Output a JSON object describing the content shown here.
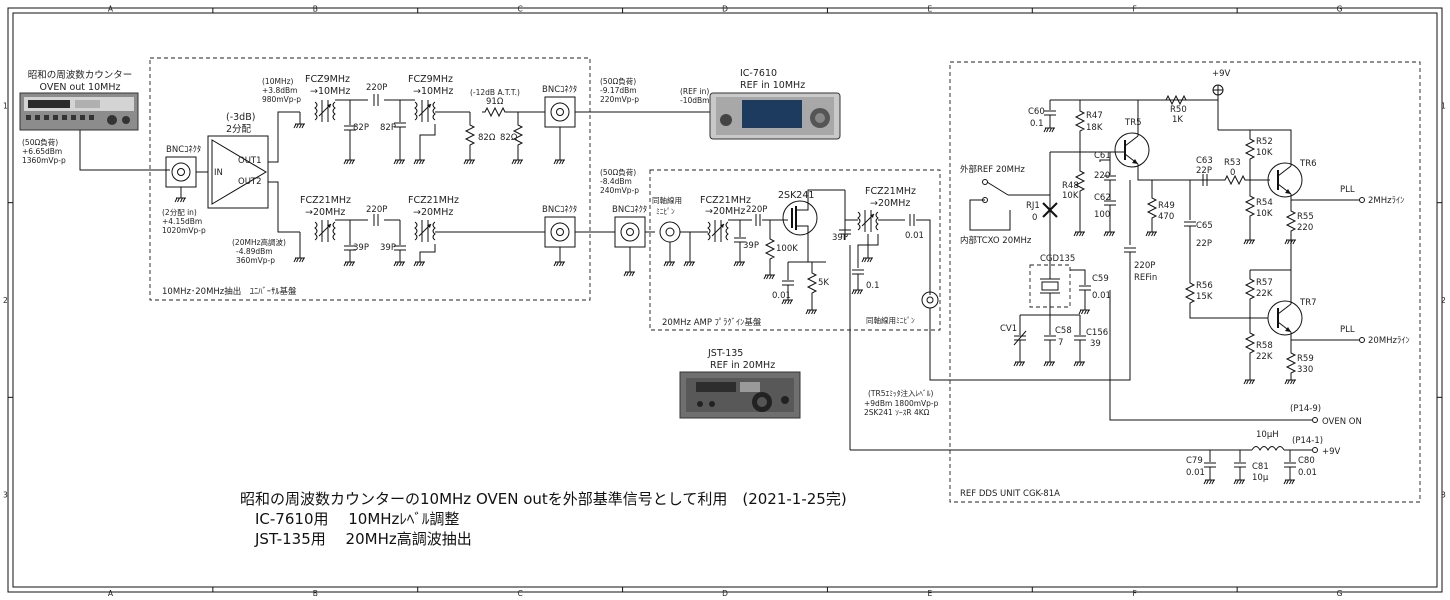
{
  "frame": {
    "cols": [
      "A",
      "B",
      "C",
      "D",
      "E",
      "F",
      "G"
    ],
    "rows": [
      "1",
      "2",
      "3"
    ]
  },
  "counter": {
    "title": "昭和の周波数カウンター",
    "subtitle": "OVEN out  10MHz",
    "load": "(50Ω負荷)",
    "dbm": "+6.65dBm",
    "vpp": "1360mVp-p"
  },
  "bnc": "BNCｺﾈｸﾀ",
  "splitter": {
    "att": "(-3dB)",
    "name": "2分配",
    "in": "IN",
    "out1": "OUT1",
    "out2": "OUT2",
    "in_note1": "(2分配 in)",
    "in_note2": "+4.15dBm",
    "in_note3": "1020mVp-p"
  },
  "ch10": {
    "note1": "(10MHz)",
    "note2": "+3.8dBm",
    "note3": "980mVp-p",
    "fcz1": "FCZ9MHz",
    "fcz1b": "→10MHz",
    "fcz2": "FCZ9MHz",
    "fcz2b": "→10MHz",
    "c220": "220P",
    "c82a": "82P",
    "c82b": "82P",
    "att": "(-12dB A.T.T.)",
    "r91": "91Ω",
    "r82a": "82Ω",
    "r82b": "82Ω",
    "out_load": "(50Ω負荷)",
    "out_dbm": "-9.17dBm",
    "out_vpp": "220mVp-p",
    "ref_in": "(REF in)",
    "ref_dbm": "-10dBm"
  },
  "ch20": {
    "note1": "(20MHz高調波)",
    "note2": "-4.89dBm",
    "note3": "360mVp-p",
    "fcz1": "FCZ21MHz",
    "fcz1b": "→20MHz",
    "fcz2": "FCZ21MHz",
    "fcz2b": "→20MHz",
    "c220": "220P",
    "c39a": "39P",
    "c39b": "39P",
    "out_load": "(50Ω負荷)",
    "out_dbm": "-8.4dBm",
    "out_vpp": "240mVp-p"
  },
  "board1": "10MHz･20MHz抽出　ﾕﾆﾊﾞｰｻﾙ基盤",
  "ic7610": {
    "name": "IC-7610",
    "ref": "REF in 10MHz"
  },
  "jst135": {
    "name": "JST-135",
    "ref": "REF in 20MHz"
  },
  "amp": {
    "coax_in1": "同軸線用",
    "coax_in2": "ﾐﾆﾋﾟﾝ",
    "fcz": "FCZ21MHz",
    "fczb": "→20MHz",
    "c220": "220P",
    "c39": "39P",
    "r100k": "100K",
    "fet": "2SK241",
    "c001a": "0.01",
    "r5k": "5K",
    "fcz2": "FCZ21MHz",
    "fcz2b": "→20MHz",
    "c39b": "39P",
    "c001b": "0.01",
    "c01": "0.1",
    "coax_out": "同軸線用ﾐﾆﾋﾟﾝ",
    "board": "20MHz AMP ﾌﾟﾗｸﾞｲﾝ基盤",
    "inj1": "(TR5ｴﾐｯﾀ注入ﾚﾍﾞﾙ)",
    "inj2": "+9dBm 1800mVp-p",
    "inj3": "2SK241 ｿｰｽR 4KΩ"
  },
  "ref_unit": {
    "vcc": "+9V",
    "c60": "C60",
    "c60v": "0.1",
    "r47": "R47",
    "r47v": "18K",
    "r50": "R50",
    "r50v": "1K",
    "tr5": "TR5",
    "ext_ref": "外部REF 20MHz",
    "int_tcxo": "内部TCXO 20MHz",
    "rj1": "RJ1",
    "rj1v": "0",
    "r48": "R48",
    "r48v": "10K",
    "c61": "C61",
    "c61v": "220",
    "c62": "C62",
    "c62v": "100",
    "r49": "R49",
    "r49v": "470",
    "c63": "C63",
    "c63v": "22P",
    "r53": "R53",
    "r53v": "0",
    "r52": "R52",
    "r52v": "10K",
    "tr6": "TR6",
    "r54": "R54",
    "r54v": "10K",
    "r55": "R55",
    "r55v": "220",
    "pll1": "PLL",
    "pll1b": "2MHzﾗｲﾝ",
    "c65": "C65",
    "c65v": "22P",
    "cgd": "CGD135",
    "c59": "C59",
    "c59v": "0.01",
    "c220p": "220P",
    "refin": "REFin",
    "r57": "R57",
    "r57v": "22K",
    "r56": "R56",
    "r56v": "15K",
    "tr7": "TR7",
    "cv1": "CV1",
    "c58": "C58",
    "c58v": "7",
    "c156": "C156",
    "c156v": "39",
    "r58": "R58",
    "r58v": "22K",
    "r59": "R59",
    "r59v": "330",
    "pll2": "PLL",
    "pll2b": "20MHzﾗｲﾝ",
    "p149": "(P14-9)",
    "oven_on": "OVEN ON",
    "l10": "10μH",
    "p141": "(P14-1)",
    "vcc2": "+9V",
    "c79": "C79",
    "c79v": "0.01",
    "c81": "C81",
    "c81v": "10μ",
    "c80": "C80",
    "c80v": "0.01",
    "label": "REF DDS UNIT  CGK-81A"
  },
  "notes": {
    "line1": "昭和の周波数カウンターの10MHz OVEN outを外部基準信号として利用　(2021-1-25完)",
    "line2": "IC-7610用　 10MHzﾚﾍﾞﾙ調整",
    "line3": "JST-135用　 20MHz高調波抽出"
  }
}
